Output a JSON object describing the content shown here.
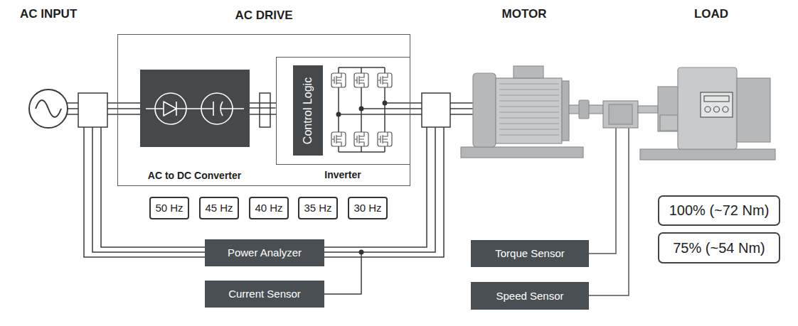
{
  "diagram": {
    "nodes": [
      {
        "text": [
          "AC DRIVE"
        ]
      },
      {
        "text": [
          "AC to DC Converter"
        ],
        "in": 0
      },
      {
        "text": [
          "Inverter"
        ],
        "in": 0
      },
      {
        "text": [
          "Control Logic"
        ],
        "in": 2
      },
      {
        "text": [
          "50 Hz"
        ]
      },
      {
        "text": [
          "45 Hz"
        ]
      },
      {
        "text": [
          "40 Hz"
        ]
      },
      {
        "text": [
          "35 Hz"
        ]
      },
      {
        "text": [
          "30 Hz"
        ]
      },
      {
        "text": [
          "Power Analyzer"
        ]
      },
      {
        "text": [
          "Current Sensor"
        ]
      },
      {
        "text": [
          "Torque Sensor"
        ]
      },
      {
        "text": [
          "Speed Sensor"
        ]
      },
      {
        "text": [
          "100% (~72 Nm)"
        ]
      },
      {
        "text": [
          "75% (~54 Nm)"
        ]
      }
    ],
    "edges": [
      {
        "from": 1,
        "to": 2,
        "arrow": "none"
      }
    ],
    "labels": [
      "AC INPUT",
      "MOTOR",
      "LOAD"
    ]
  }
}
